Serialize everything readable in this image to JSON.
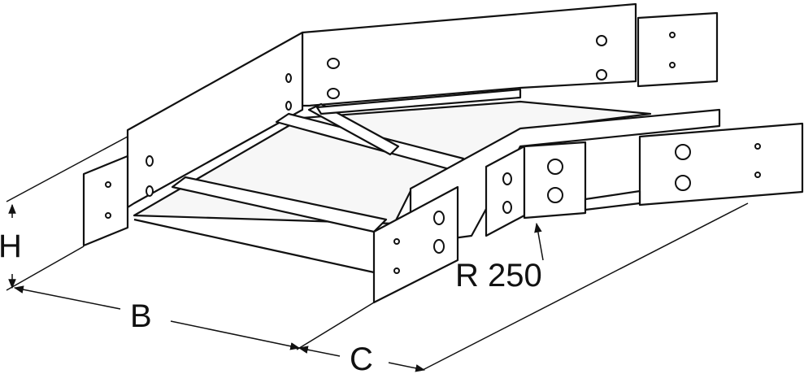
{
  "figure": {
    "labels": {
      "height": "H",
      "width": "B",
      "length": "C",
      "radius": "R 250"
    }
  }
}
